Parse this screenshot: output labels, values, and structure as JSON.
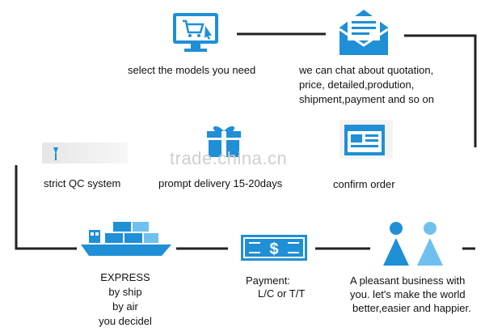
{
  "steps": {
    "select": {
      "label": "select the models you need",
      "icon": "shopping-cart-monitor-icon"
    },
    "chat": {
      "lines": [
        "we can chat about quotation,",
        "price,  detailed,prodution,",
        "shipment,payment and so on"
      ],
      "icon": "envelope-icon"
    },
    "confirm": {
      "label": "confirm order",
      "icon": "document-window-icon"
    },
    "delivery": {
      "label": "prompt delivery 15-20days",
      "icon": "gift-box-icon"
    },
    "qc": {
      "label": "strict QC system",
      "icon": "qc-image-icon"
    },
    "express": {
      "lines": [
        "EXPRESS",
        "by ship",
        "by air",
        "you decidel"
      ],
      "icon": "cargo-ship-icon"
    },
    "payment": {
      "lines": [
        "Payment:",
        "L/C or  T/T"
      ],
      "icon": "dollar-banknote-icon"
    },
    "business": {
      "lines": [
        "A pleasant business with",
        "you. let's make the world",
        "better,easier and happier."
      ],
      "icon": "two-people-icon"
    }
  },
  "watermark": "trade.china.cn",
  "colors": {
    "primary": "#1f8fd6",
    "light": "#6fc0ee",
    "line": "#222222"
  }
}
